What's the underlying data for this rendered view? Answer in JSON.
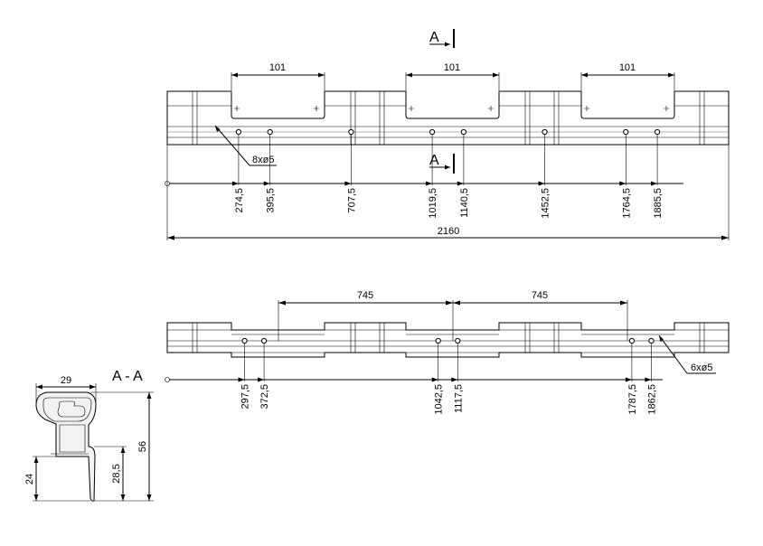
{
  "section_marks": {
    "top": "A",
    "bottom": "A"
  },
  "section_view_title": "A - A",
  "top_view": {
    "cutout_widths": [
      "101",
      "101",
      "101"
    ],
    "hole_callout": "8xø5",
    "hole_positions": [
      "274,5",
      "395,5",
      "707,5",
      "1019,5",
      "1140,5",
      "1452,5",
      "1764,5",
      "1885,5"
    ],
    "overall_length": "2160"
  },
  "bottom_view": {
    "spacing": [
      "745",
      "745"
    ],
    "hole_callout": "6xø5",
    "hole_positions": [
      "297,5",
      "372,5",
      "1042,5",
      "1117,5",
      "1787,5",
      "1862,5"
    ]
  },
  "profile": {
    "width": "29",
    "height_total": "56",
    "height_lower": "24",
    "height_mid": "28,5"
  }
}
